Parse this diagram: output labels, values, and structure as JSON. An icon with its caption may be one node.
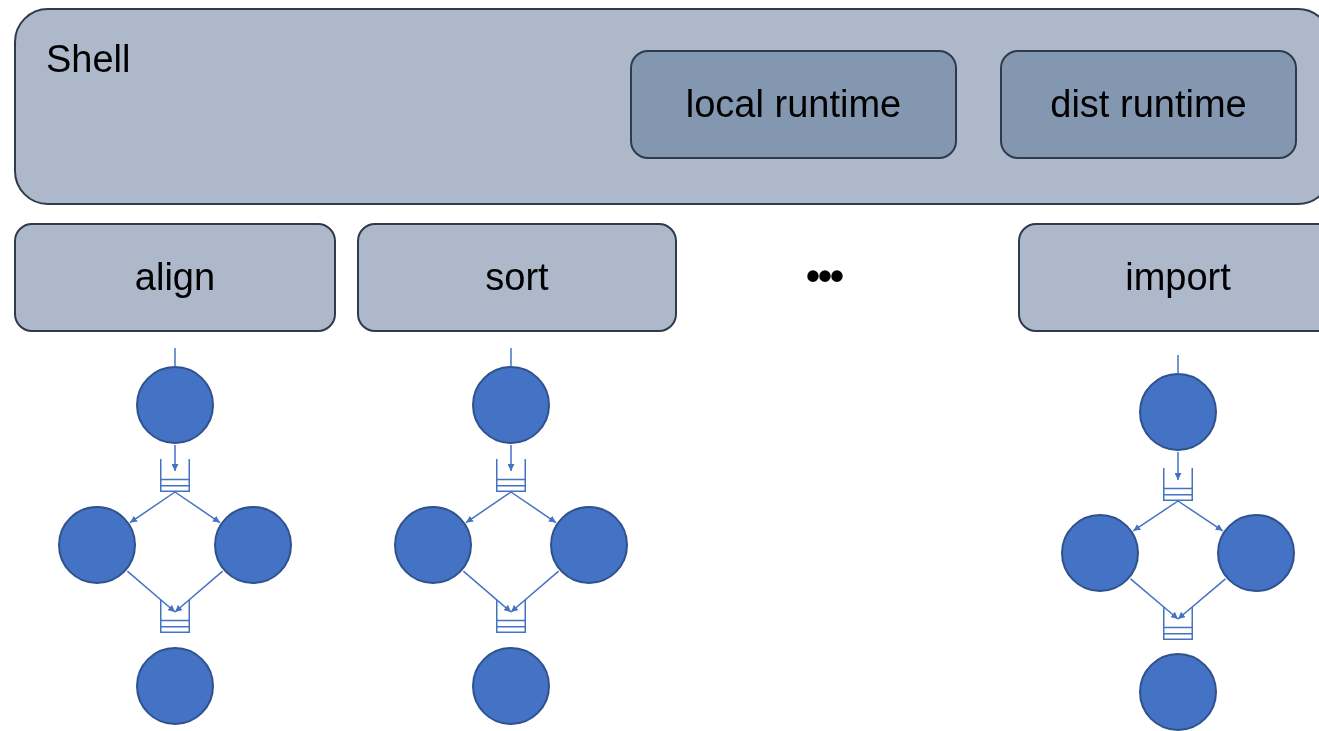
{
  "diagram": {
    "nodes": [
      {
        "text": [
          "Shell"
        ]
      },
      {
        "text": [
          "local runtime"
        ],
        "in": 0
      },
      {
        "text": [
          "dist runtime"
        ],
        "in": 0
      },
      {
        "text": [
          "align"
        ]
      },
      {
        "text": [
          "sort"
        ]
      },
      {
        "text": [
          "import"
        ]
      },
      {
        "text": [],
        "shape": "circle"
      },
      {
        "text": [],
        "shape": "queue"
      },
      {
        "text": [],
        "shape": "circle"
      },
      {
        "text": [],
        "shape": "circle"
      },
      {
        "text": [],
        "shape": "queue"
      },
      {
        "text": [],
        "shape": "circle"
      },
      {
        "text": [],
        "shape": "circle"
      },
      {
        "text": [],
        "shape": "queue"
      },
      {
        "text": [],
        "shape": "circle"
      },
      {
        "text": [],
        "shape": "circle"
      },
      {
        "text": [],
        "shape": "queue"
      },
      {
        "text": [],
        "shape": "circle"
      },
      {
        "text": [],
        "shape": "circle"
      },
      {
        "text": [],
        "shape": "queue"
      },
      {
        "text": [],
        "shape": "circle"
      },
      {
        "text": [],
        "shape": "circle"
      },
      {
        "text": [],
        "shape": "queue"
      },
      {
        "text": [],
        "shape": "circle"
      }
    ],
    "edges": [
      {
        "from": null,
        "to": 6,
        "arrow": "none"
      },
      {
        "from": 6,
        "to": 7,
        "arrow": "to"
      },
      {
        "from": 7,
        "to": 8,
        "arrow": "to"
      },
      {
        "from": 7,
        "to": 9,
        "arrow": "to"
      },
      {
        "from": 8,
        "to": 10,
        "arrow": "to"
      },
      {
        "from": 9,
        "to": 10,
        "arrow": "to"
      },
      {
        "from": null,
        "to": 12,
        "arrow": "none"
      },
      {
        "from": 12,
        "to": 13,
        "arrow": "to"
      },
      {
        "from": 13,
        "to": 14,
        "arrow": "to"
      },
      {
        "from": 13,
        "to": 15,
        "arrow": "to"
      },
      {
        "from": 14,
        "to": 16,
        "arrow": "to"
      },
      {
        "from": 15,
        "to": 16,
        "arrow": "to"
      },
      {
        "from": null,
        "to": 18,
        "arrow": "none"
      },
      {
        "from": 18,
        "to": 19,
        "arrow": "to"
      },
      {
        "from": 19,
        "to": 20,
        "arrow": "to"
      },
      {
        "from": 19,
        "to": 21,
        "arrow": "to"
      },
      {
        "from": 20,
        "to": 22,
        "arrow": "to"
      },
      {
        "from": 21,
        "to": 22,
        "arrow": "to"
      }
    ],
    "labels": [
      "•••"
    ]
  }
}
